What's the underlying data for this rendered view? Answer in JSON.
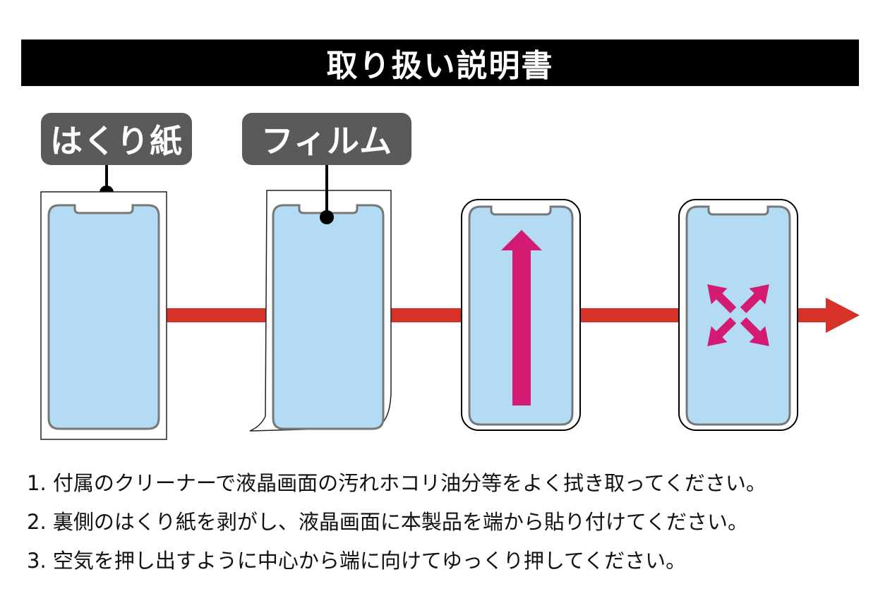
{
  "title": "取り扱い説明書",
  "labels": {
    "backing_paper": "はくり紙",
    "film": "フィルム"
  },
  "colors": {
    "title_bg": "#000000",
    "label_bg": "#5a5a5a",
    "screen_fill": "#b3dcf4",
    "screen_stroke": "#777777",
    "arrow_red": "#d7322a",
    "arrow_magenta": "#d41b74"
  },
  "steps": [
    "1. 付属のクリーナーで液晶画面の汚れホコリ油分等をよく拭き取ってください。",
    "2. 裏側のはくり紙を剥がし、液晶画面に本製品を端から貼り付けてください。",
    "3. 空気を押し出すように中心から端に向けてゆっくり押してください。"
  ]
}
